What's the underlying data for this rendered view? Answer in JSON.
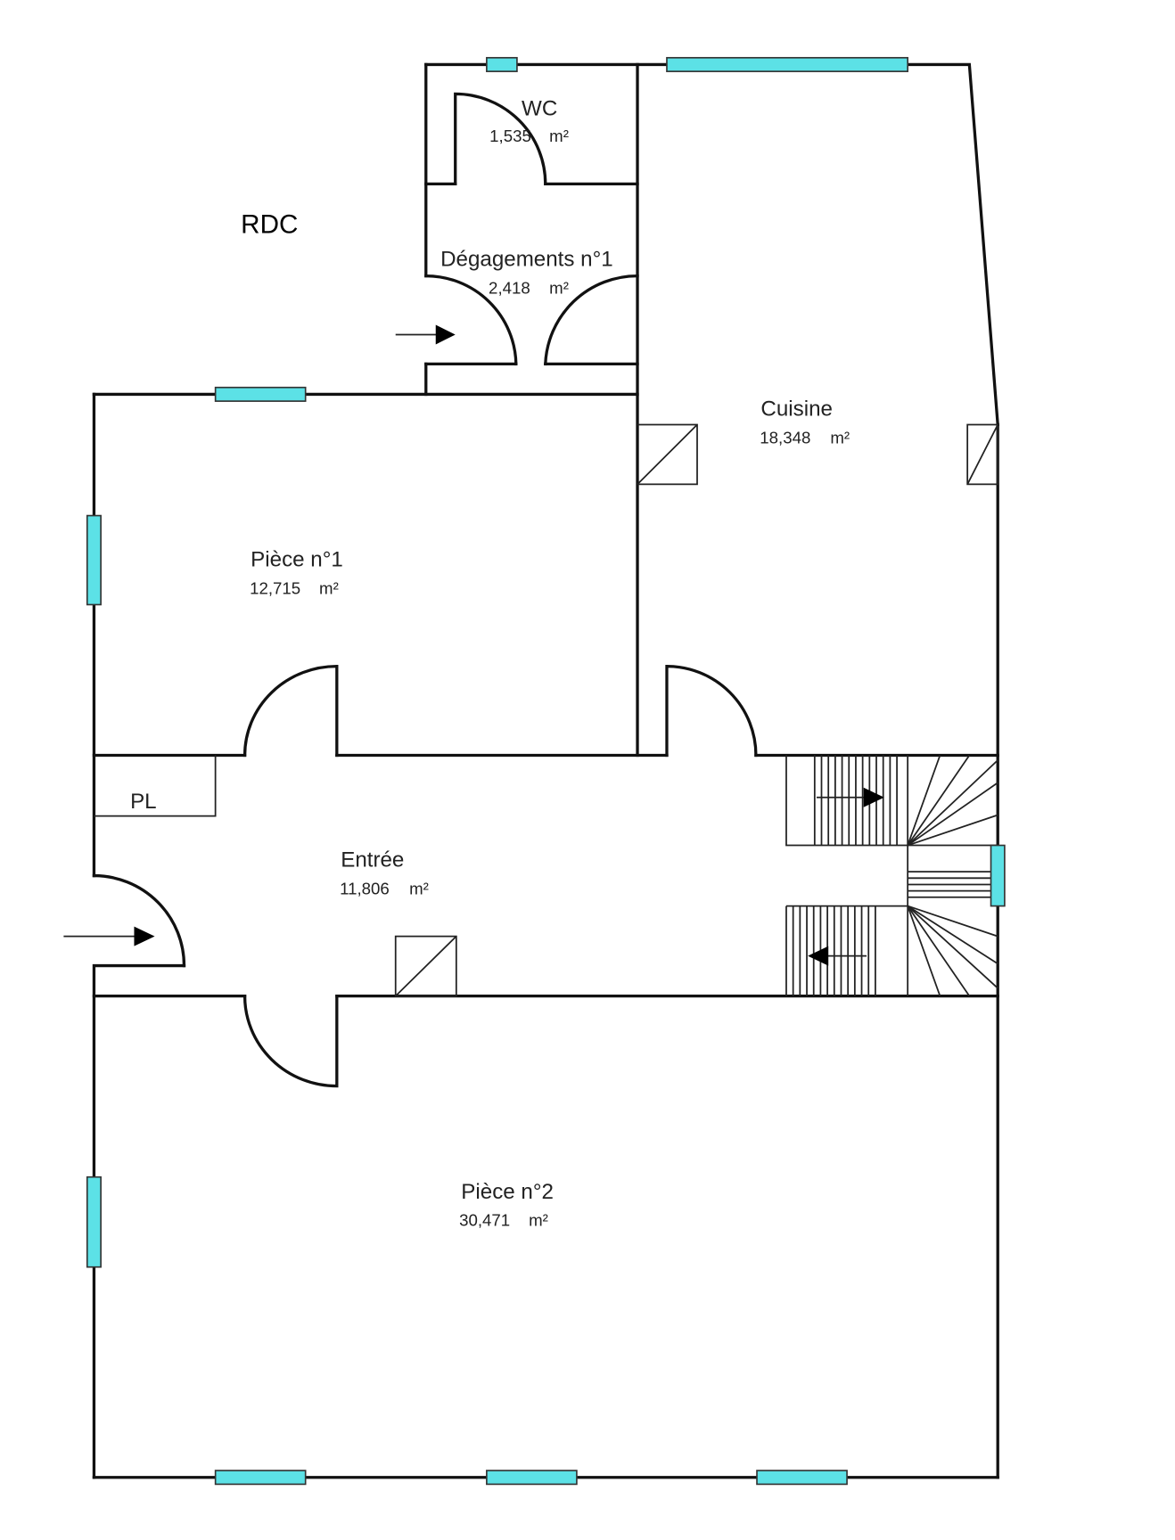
{
  "title": "RDC",
  "unit": "m²",
  "rooms": {
    "wc": {
      "name": "WC",
      "area": "1,535"
    },
    "degagement": {
      "name": "Dégagements n°1",
      "area": "2,418"
    },
    "cuisine": {
      "name": "Cuisine",
      "area": "18,348"
    },
    "piece1": {
      "name": "Pièce n°1",
      "area": "12,715"
    },
    "entree": {
      "name": "Entrée",
      "area": "11,806"
    },
    "piece2": {
      "name": "Pièce n°2",
      "area": "30,471"
    }
  },
  "pl_label": "PL",
  "colors": {
    "window": "#5ce1e6",
    "wall": "#111111"
  }
}
